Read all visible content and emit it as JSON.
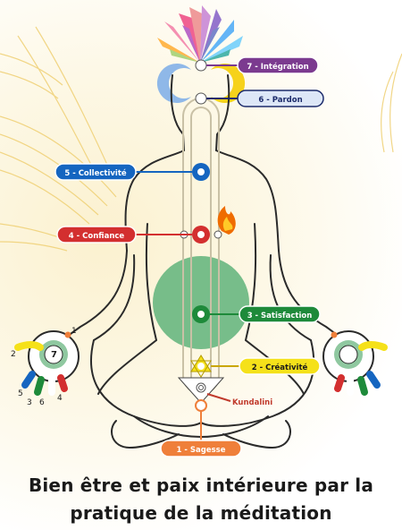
{
  "chakras": [
    {
      "id": "integration",
      "label": "7 - Intégration",
      "fill": "#7b3a8f",
      "text": "#ffffff"
    },
    {
      "id": "pardon",
      "label": "6 - Pardon",
      "fill": "#dde7f7",
      "text": "#1c2b6b"
    },
    {
      "id": "collectivite",
      "label": "5 - Collectivité",
      "fill": "#1565c0",
      "text": "#ffffff"
    },
    {
      "id": "confiance",
      "label": "4 - Confiance",
      "fill": "#d32f2f",
      "text": "#ffffff"
    },
    {
      "id": "satisfaction",
      "label": "3 - Satisfaction",
      "fill": "#1e8a3a",
      "text": "#ffffff"
    },
    {
      "id": "creativite",
      "label": "2 - Créativité",
      "fill": "#f5e11a",
      "text": "#1a1a1a"
    },
    {
      "id": "sagesse",
      "label": "1 - Sagesse",
      "fill": "#ef7f3a",
      "text": "#ffffff"
    }
  ],
  "kundalini": "Kundalini",
  "hand_numbers": {
    "center": "7",
    "n1": "1",
    "n2": "2",
    "n3": "3",
    "n4": "4",
    "n5": "5",
    "n6": "6"
  },
  "caption": {
    "line1": "Bien être et paix intérieure par la",
    "line2": "pratique de la méditation"
  },
  "colors": {
    "body_outline": "#2b2b2b",
    "heart_green": "#5fb37a",
    "kundalini_red": "#c0392b",
    "mandala": "#f3dc8c"
  }
}
